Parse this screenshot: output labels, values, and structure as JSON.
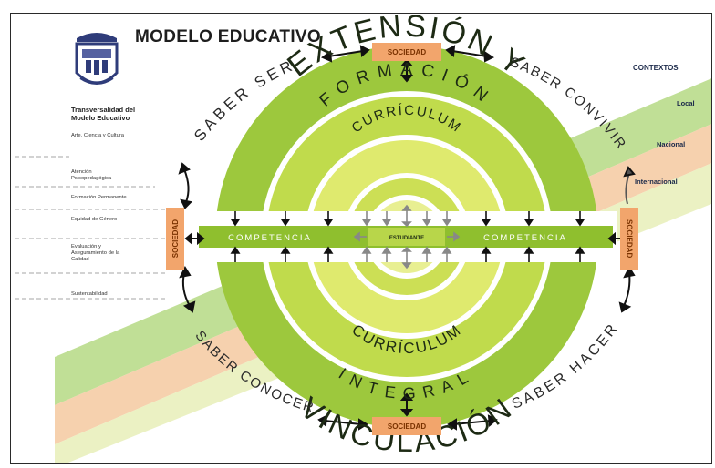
{
  "title": "MODELO EDUCATIVO",
  "sidebar": {
    "heading": "Transversalidad del Modelo Educativo",
    "items": [
      "Arte, Ciencia y Cultura",
      "Atención Psicopedagógica",
      "Formación Permanente",
      "Equidad de Género",
      "Evaluación y Aseguramiento de la Calidad",
      "Sustentabilidad"
    ]
  },
  "contexts": {
    "heading": "CONTEXTOS",
    "items": [
      "Local",
      "Nacional",
      "Internacional"
    ]
  },
  "society": {
    "label": "SOCIEDAD"
  },
  "saberes": {
    "ser": "SABER SER",
    "convivir": "SABER CONVIVIR",
    "conocer": "SABER CONOCER",
    "hacer": "SABER HACER"
  },
  "rings": {
    "extension": "EXTENSIÓN Y",
    "formacion": "FORMACIÓN",
    "curriculum_top": "CURRÍCULUM",
    "curriculum_bottom": "CURRÍCULUM",
    "integral": "INTEGRAL",
    "vinculacion": "VINCULACIÓN"
  },
  "band": {
    "left": "COMPETENCIA",
    "center": "ESTUDIANTE",
    "right": "COMPETENCIA"
  },
  "colors": {
    "ring_outer": "#9dc83d",
    "ring_mid": "#c7df53",
    "ring_inner": "#e3ec7c",
    "band": "#8fbf2e",
    "sociedad": "#f2a56c",
    "stripe_local": "#b5d984",
    "stripe_nacional": "#f5c9a0",
    "stripe_internacional": "#e7efb6"
  }
}
